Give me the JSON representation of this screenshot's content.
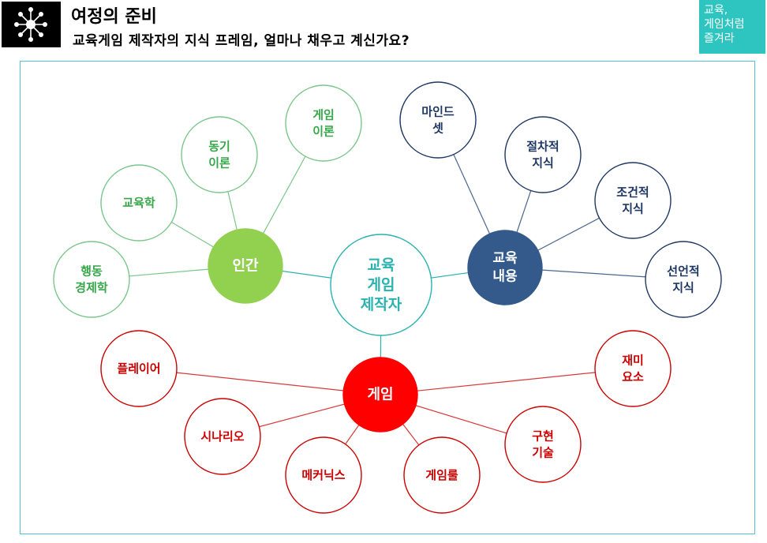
{
  "header": {
    "title": "여정의 준비",
    "subtitle": "교육게임 제작자의 지식 프레임, 얼마나 채우고 계신가요?",
    "corner_tag": [
      "교육,",
      "게임처럼",
      "즐겨라"
    ]
  },
  "colors": {
    "human": "#37a74a",
    "human_hub": "#92d050",
    "education": "#1f3864",
    "education_hub": "#335a8a",
    "game": "#cc0000",
    "game_hub": "#ff0000",
    "center": "#2ab3b0",
    "frame": "#4fc3d9",
    "corner_tag": "#2ec4c0"
  },
  "diagram": {
    "center": {
      "lines": [
        "교육",
        "게임",
        "제작자"
      ]
    },
    "hubs": {
      "human": {
        "lines": [
          "인간"
        ]
      },
      "education": {
        "lines": [
          "교육",
          "내용"
        ]
      },
      "game": {
        "lines": [
          "게임"
        ]
      }
    },
    "human_leaves": [
      {
        "lines": [
          "행동",
          "경제학"
        ]
      },
      {
        "lines": [
          "교육학"
        ]
      },
      {
        "lines": [
          "동기",
          "이론"
        ]
      },
      {
        "lines": [
          "게임",
          "이론"
        ]
      }
    ],
    "education_leaves": [
      {
        "lines": [
          "마인드",
          "셋"
        ]
      },
      {
        "lines": [
          "절차적",
          "지식"
        ]
      },
      {
        "lines": [
          "조건적",
          "지식"
        ]
      },
      {
        "lines": [
          "선언적",
          "지식"
        ]
      }
    ],
    "game_leaves": [
      {
        "lines": [
          "플레이어"
        ]
      },
      {
        "lines": [
          "시나리오"
        ]
      },
      {
        "lines": [
          "메커닉스"
        ]
      },
      {
        "lines": [
          "게임룰"
        ]
      },
      {
        "lines": [
          "구현",
          "기술"
        ]
      },
      {
        "lines": [
          "재미",
          "요소"
        ]
      }
    ]
  }
}
